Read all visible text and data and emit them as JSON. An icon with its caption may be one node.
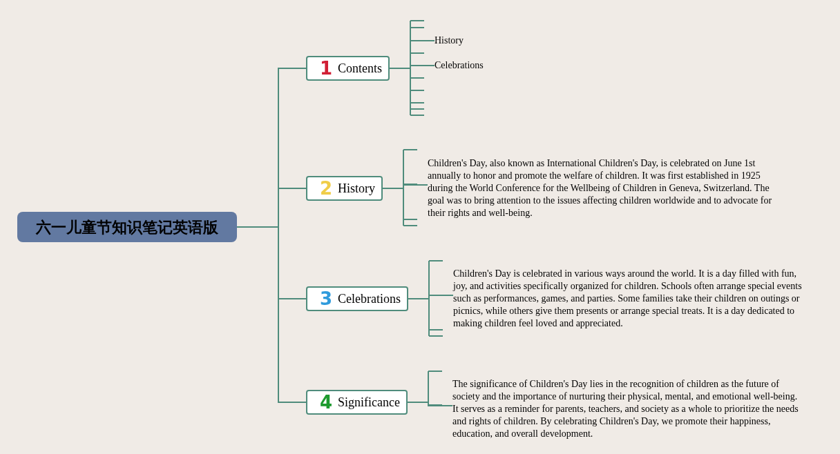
{
  "diagram": {
    "nodes": [
      {
        "text": [
          "六一儿童节知识笔记英语版"
        ]
      },
      {
        "text": [
          "1",
          "Contents"
        ]
      },
      {
        "text": [
          "2",
          "History"
        ]
      },
      {
        "text": [
          "3",
          "Celebrations"
        ]
      },
      {
        "text": [
          "4",
          "Significance"
        ]
      },
      {
        "text": [
          "History"
        ]
      },
      {
        "text": [
          "Celebrations"
        ]
      },
      {
        "text": [
          "Children's Day, also known as International Children's Day, is celebrated on June 1st annually to honor and promote the welfare of children. It was first established in 1925 during the World Conference for the Wellbeing of Children in Geneva, Switzerland. The goal was to bring attention to the issues affecting children worldwide and to advocate for their rights and well-being."
        ]
      },
      {
        "text": [
          "Children's Day is celebrated in various ways around the world. It is a day filled with fun, joy, and activities specifically organized for children. Schools often arrange special events such as performances, games, and parties. Some families take their children on outings or picnics, while others give them presents or arrange special treats. It is a day dedicated to making children feel loved and appreciated."
        ]
      },
      {
        "text": [
          "The significance of Children's Day lies in the recognition of children as the future of society and the importance of nurturing their physical, mental, and emotional well-being. It serves as a reminder for parents, teachers, and society as a whole to prioritize the needs and rights of children. By celebrating Children's Day, we promote their happiness, education, and overall development."
        ]
      }
    ],
    "edges": [
      {
        "from": 0,
        "to": 1,
        "arrow": "none"
      },
      {
        "from": 0,
        "to": 2,
        "arrow": "none"
      },
      {
        "from": 0,
        "to": 3,
        "arrow": "none"
      },
      {
        "from": 0,
        "to": 4,
        "arrow": "none"
      },
      {
        "from": 1,
        "to": 5,
        "arrow": "none"
      },
      {
        "from": 1,
        "to": 6,
        "arrow": "none"
      },
      {
        "from": 2,
        "to": 7,
        "arrow": "none"
      },
      {
        "from": 3,
        "to": 8,
        "arrow": "none"
      },
      {
        "from": 4,
        "to": 9,
        "arrow": "none"
      }
    ]
  }
}
